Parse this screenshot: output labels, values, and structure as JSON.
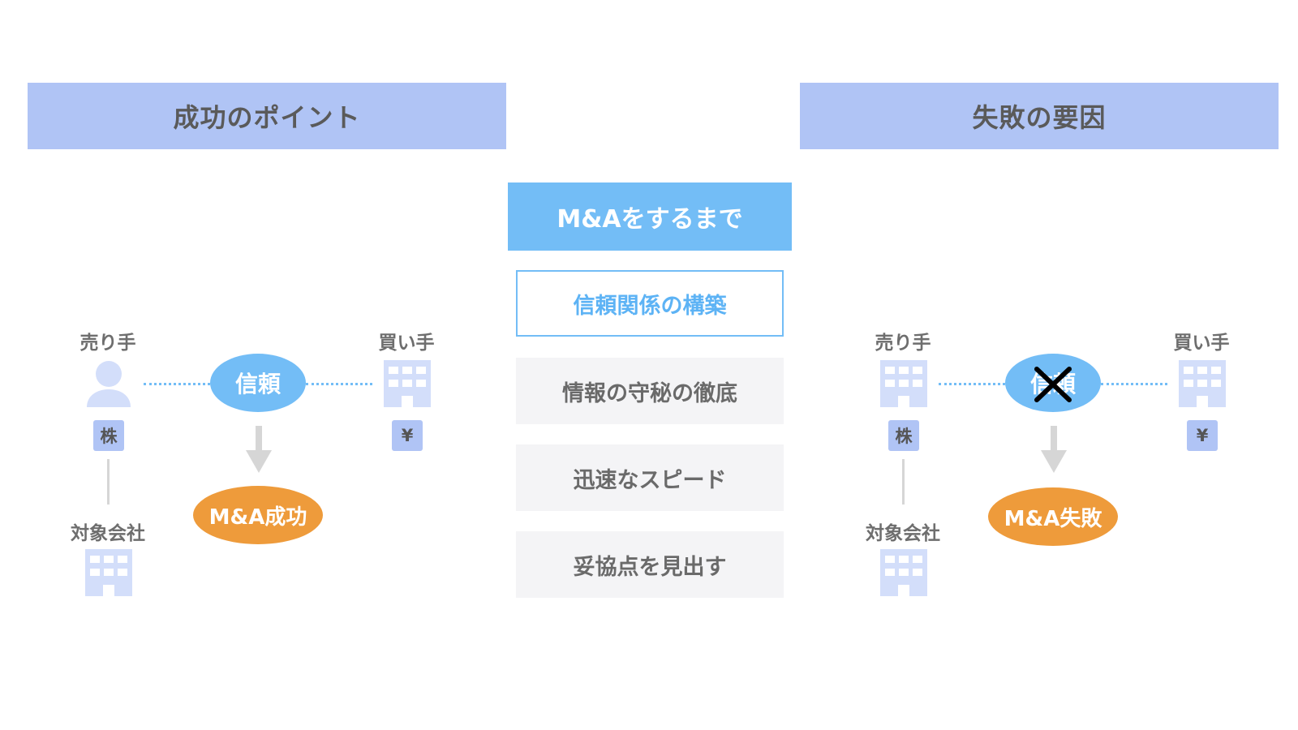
{
  "headers": {
    "left": "成功のポイント",
    "right": "失敗の要因"
  },
  "center": {
    "title": "M&Aをするまで",
    "steps": [
      "信頼関係の構築",
      "情報の守秘の徹底",
      "迅速なスピード",
      "妥協点を見出す"
    ]
  },
  "left_diagram": {
    "seller_label": "売り手",
    "buyer_label": "買い手",
    "target_label": "対象会社",
    "stock_badge": "株",
    "yen_badge": "¥",
    "trust_label": "信頼",
    "result_label": "M&A成功"
  },
  "right_diagram": {
    "seller_label": "売り手",
    "buyer_label": "買い手",
    "target_label": "対象会社",
    "stock_badge": "株",
    "yen_badge": "¥",
    "trust_label": "信頼",
    "result_label": "M&A失敗"
  },
  "colors": {
    "header_bg": "#b0c4f5",
    "accent_blue": "#73bdf6",
    "result_orange": "#ee9b3b",
    "icon_blue": "#d3defa"
  },
  "icons": [
    "person-icon",
    "building-icon",
    "arrow-down-icon",
    "cross-icon"
  ]
}
